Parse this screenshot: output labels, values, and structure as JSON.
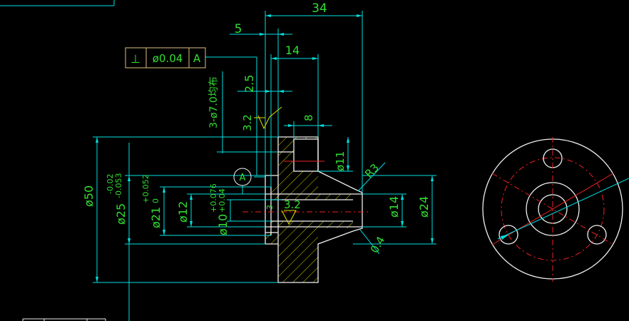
{
  "dimensions": {
    "overall_length": "34",
    "step_5": "5",
    "step_14": "14",
    "step_2_5": "2.5",
    "dim_8": "8",
    "dia_11": "ø11",
    "dia_50": "ø50",
    "dia_25": "ø25",
    "dia_25_upper": "-0.02",
    "dia_25_lower": "-0.053",
    "dia_21": "ø21",
    "dia_21_upper": "+0.052",
    "dia_21_lower": "0",
    "dia_12": "ø12",
    "dia_10": "ø10",
    "dia_10_upper": "+0.076",
    "dia_10_lower": "+0.04",
    "dia_14": "ø14",
    "dia_24": "ø24",
    "radius_r3": "R3",
    "chamfer_04": "0.4",
    "small_3": "3",
    "holes_note": "3-ø7.0均布"
  },
  "surface_finish": {
    "roughness_1": "3.2",
    "roughness_2": "3.2"
  },
  "tolerance_frame": {
    "symbol": "⊥",
    "value": "ø0.04",
    "datum": "A"
  },
  "datum_label": "A"
}
